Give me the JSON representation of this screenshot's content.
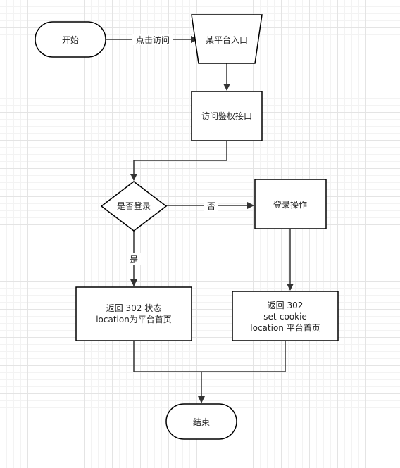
{
  "nodes": {
    "start": "开始",
    "entry": "某平台入口",
    "auth": "访问鉴权接口",
    "decision": "是否登录",
    "login": "登录操作",
    "return_a": [
      "返回 302 状态",
      "location为平台首页"
    ],
    "return_b": [
      "返回 302",
      "set-cookie",
      "location 平台首页"
    ],
    "end": "结束"
  },
  "edges": {
    "start_to_entry": "点击访问",
    "no": "否",
    "yes": "是"
  },
  "colors": {
    "stroke": "#000000",
    "edge": "#333333",
    "fill": "#ffffff",
    "grid": "#e4e4e4"
  }
}
